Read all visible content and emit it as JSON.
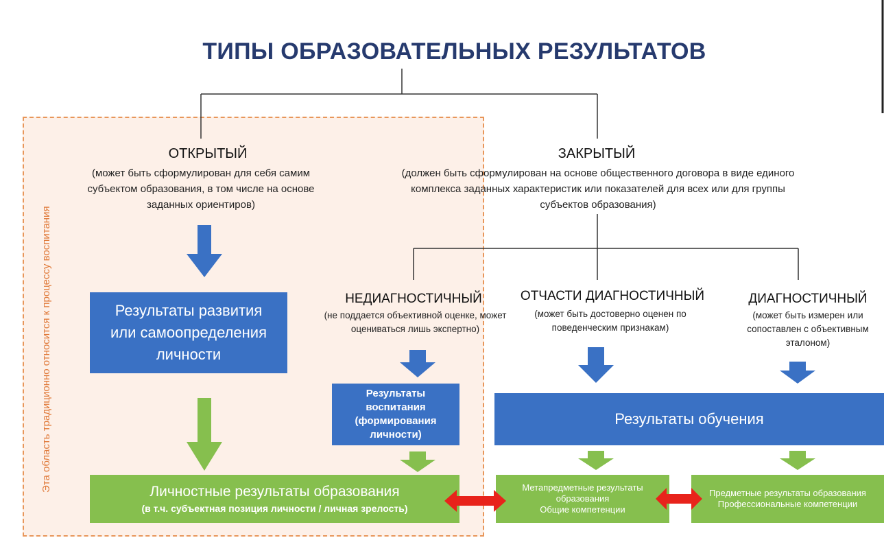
{
  "title": "ТИПЫ ОБРАЗОВАТЕЛЬНЫХ РЕЗУЛЬТАТОВ",
  "zone_label": "Эта область традиционно относится к процессу воспитания",
  "open": {
    "heading": "ОТКРЫТЫЙ",
    "note": "(может быть сформулирован для себя самим субъектом образования, в том числе на основе заданных ориентиров)",
    "box": "Результаты развития или самоопределения личности"
  },
  "closed": {
    "heading": "ЗАКРЫТЫЙ",
    "note": "(должен быть сформулирован на основе общественного договора в виде единого комплекса заданных характеристик или показателей для всех или для группы субъектов образования)"
  },
  "nondiag": {
    "heading": "НЕДИАГНОСТИЧНЫЙ",
    "note": "(не поддается объективной оценке, может оцениваться лишь экспертно)",
    "box": "Результаты воспитания (формирования личности)"
  },
  "partdiag": {
    "heading": "ОТЧАСТИ ДИАГНОСТИЧНЫЙ",
    "note": "(может быть достоверно оценен по поведенческим признакам)"
  },
  "diag": {
    "heading": "ДИАГНОСТИЧНЫЙ",
    "note": "(может быть измерен или сопоставлен с объективным эталоном)"
  },
  "learning_box": "Результаты обучения",
  "personal": {
    "title": "Личностные результаты образования",
    "subtitle": "(в т.ч. субъектная позиция личности / личная зрелость)"
  },
  "meta": {
    "line1": "Метапредметные результаты образования",
    "line2": "Общие компетенции"
  },
  "subject": {
    "line1": "Предметные результаты образования",
    "line2": "Профессиональные компетенции"
  },
  "colors": {
    "title": "#263a6e",
    "blue": "#3a71c4",
    "green": "#86bf4e",
    "red": "#e8231b",
    "zone_fill": "#fdf0e8",
    "zone_border": "#e8965a"
  }
}
